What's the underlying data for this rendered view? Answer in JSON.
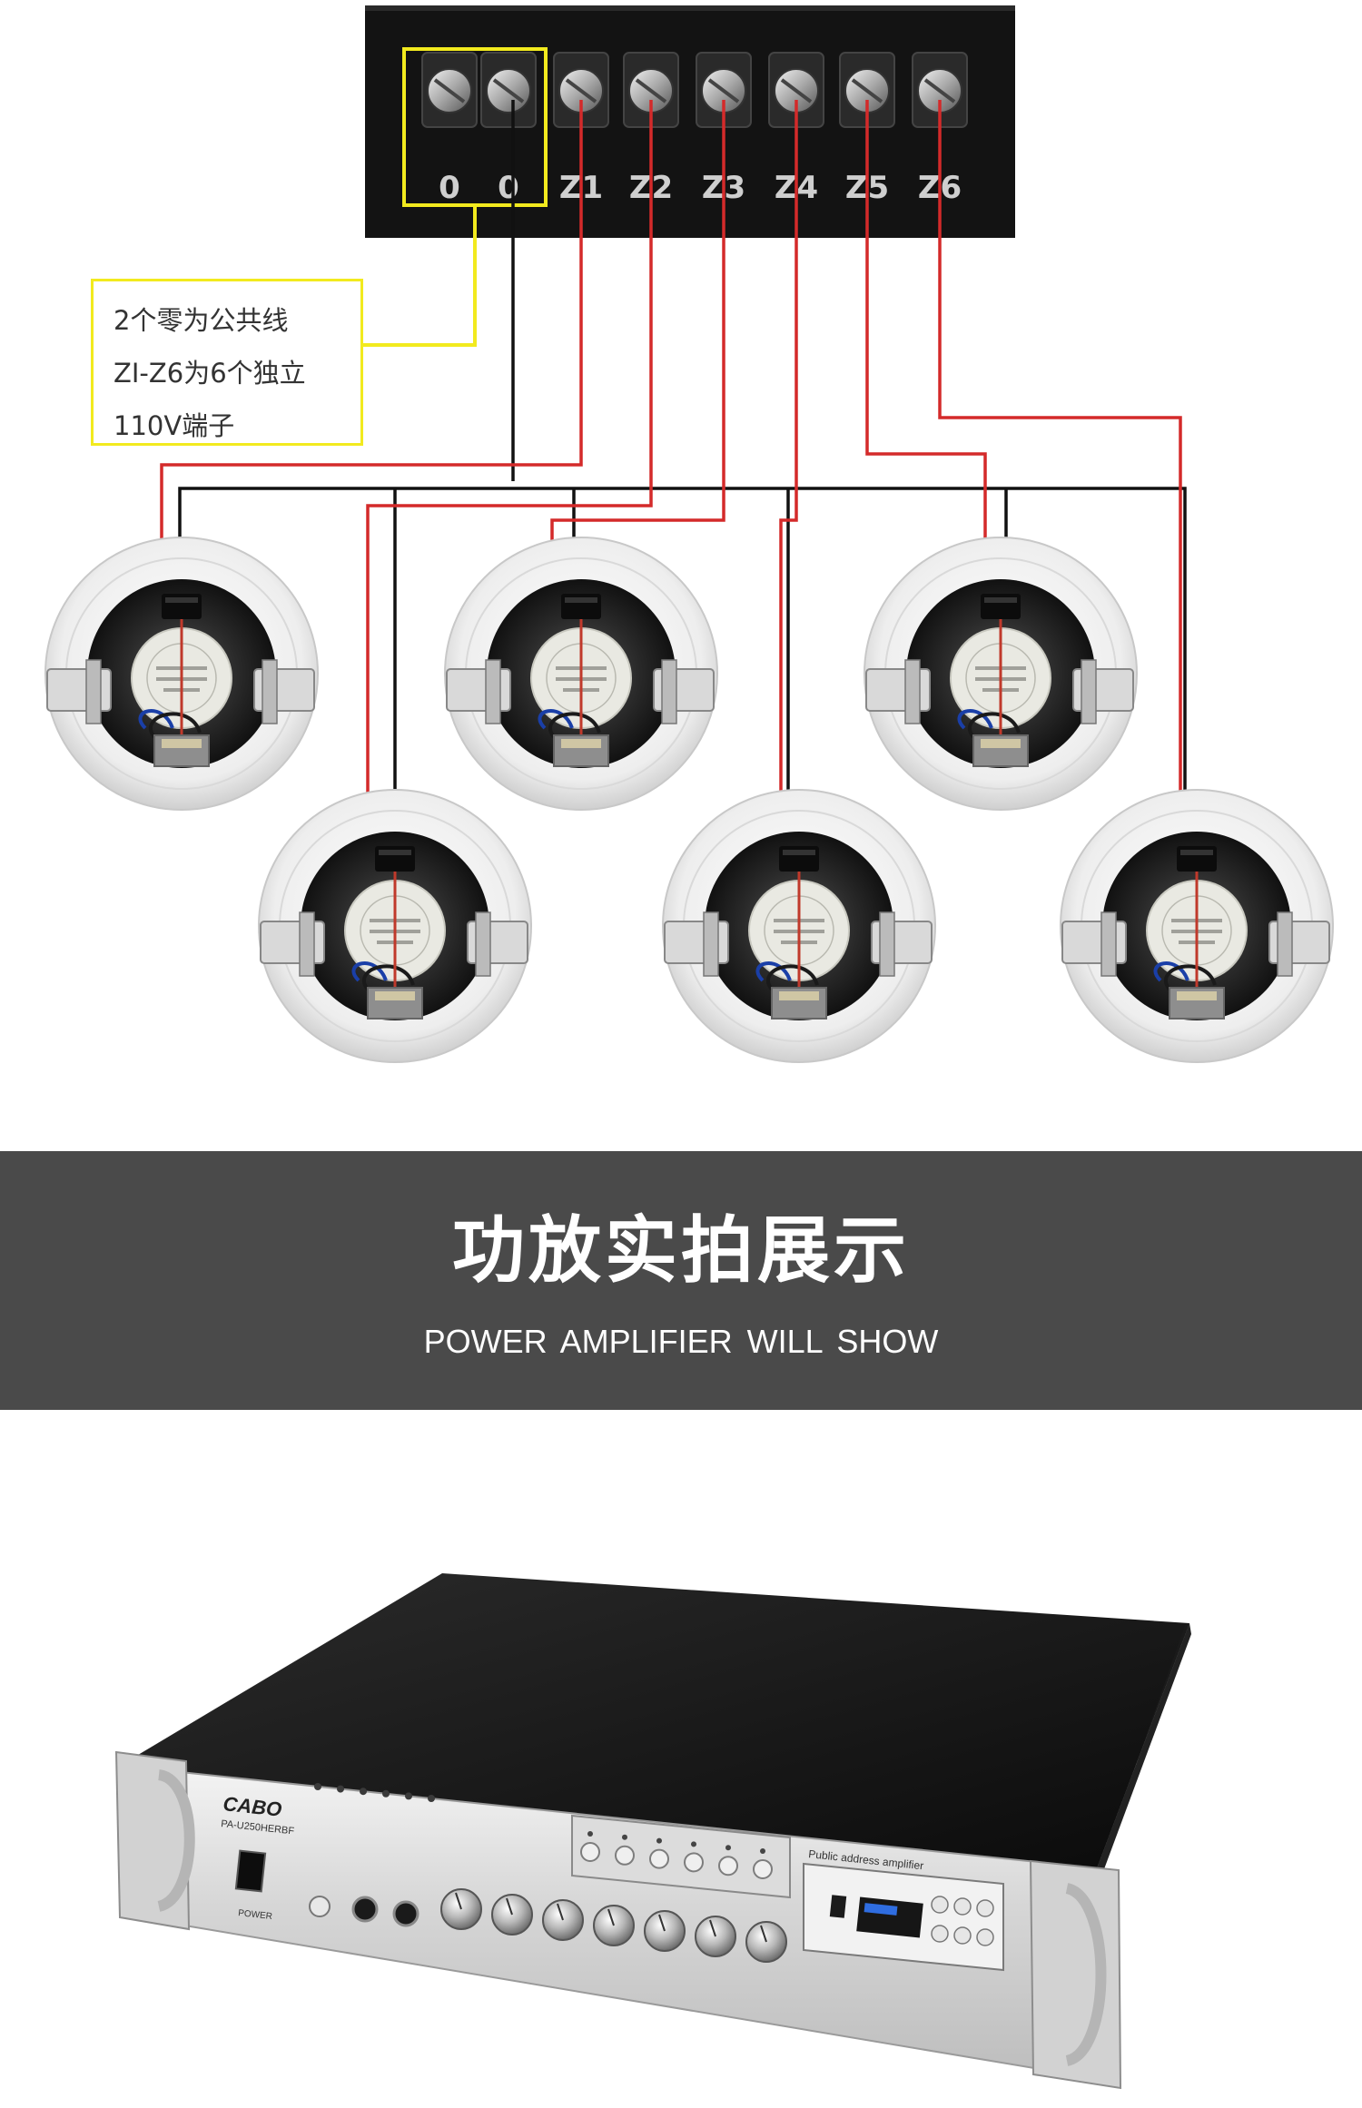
{
  "terminal": {
    "labels": [
      "0",
      "0",
      "Z1",
      "Z2",
      "Z3",
      "Z4",
      "Z5",
      "Z6"
    ]
  },
  "callout": {
    "lines": [
      "2个零为公共线",
      "ZI-Z6为6个独立",
      "110V端子"
    ]
  },
  "speakers": [
    {
      "zone": "Z1"
    },
    {
      "zone": "Z3"
    },
    {
      "zone": "Z5"
    },
    {
      "zone": "Z2"
    },
    {
      "zone": "Z4"
    },
    {
      "zone": "Z6"
    }
  ],
  "banner": {
    "title": "功放实拍展示",
    "subtitle": "POWER AMPLIFIER  WILL SHOW"
  },
  "amplifier": {
    "brand": "CABO",
    "model": "PA-U250HERBF",
    "panel_label": "Public address amplifier",
    "power_label": "POWER"
  },
  "colors": {
    "callout_border": "#f2ea1e",
    "wire_hot": "#d42a2a",
    "wire_common": "#111111",
    "banner_bg": "#4a4a4a"
  }
}
